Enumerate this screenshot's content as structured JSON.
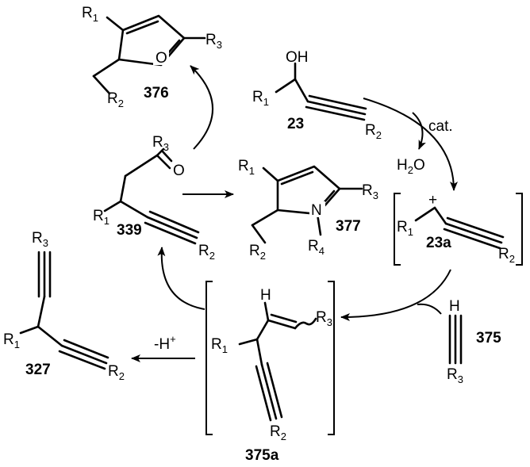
{
  "compounds": {
    "c376": "376",
    "c23": "23",
    "c339": "339",
    "c377": "377",
    "c23a": "23a",
    "c375": "375",
    "c327": "327",
    "c375a": "375a"
  },
  "substituents": {
    "R": "R",
    "r1": "1",
    "r2": "2",
    "r3": "3",
    "r4": "4"
  },
  "atoms": {
    "oxygen": "O",
    "hydroxyl": "OH",
    "nitrogen": "N",
    "hydrogen": "H",
    "plus": "+"
  },
  "conditions": {
    "catalyst": "cat.",
    "water_h": "H",
    "water_2": "2",
    "water_o": "O",
    "minus_h": "-H",
    "minus_h_charge": "+"
  },
  "style": {
    "ink": "#000000",
    "background": "#ffffff"
  }
}
